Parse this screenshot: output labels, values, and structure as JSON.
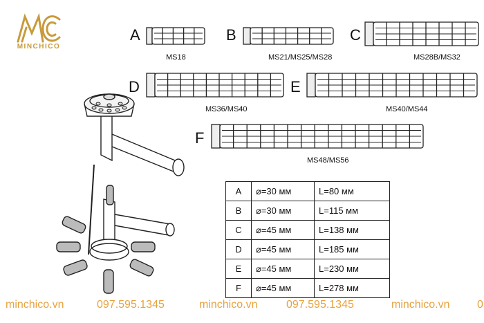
{
  "brand": {
    "name": "MINCHICO",
    "logo_letters": "MC",
    "accent": "#c89a3a"
  },
  "filters": [
    {
      "letter": "A",
      "caption": "MS18"
    },
    {
      "letter": "B",
      "caption": "MS21/MS25/MS28"
    },
    {
      "letter": "C",
      "caption": "MS28B/MS32"
    },
    {
      "letter": "D",
      "caption": "MS36/MS40"
    },
    {
      "letter": "E",
      "caption": "MS40/MS44"
    },
    {
      "letter": "F",
      "caption": "MS48/MS56"
    }
  ],
  "spec_table": {
    "rows": [
      {
        "type": "A",
        "diameter": "⌀=30 мм",
        "length": "L=80 мм"
      },
      {
        "type": "B",
        "diameter": "⌀=30 мм",
        "length": "L=115 мм"
      },
      {
        "type": "C",
        "diameter": "⌀=45 мм",
        "length": "L=138 мм"
      },
      {
        "type": "D",
        "diameter": "⌀=45 мм",
        "length": "L=185 мм"
      },
      {
        "type": "E",
        "diameter": "⌀=45 мм",
        "length": "L=230 мм"
      },
      {
        "type": "F",
        "diameter": "⌀=45 мм",
        "length": "L=278 мм"
      }
    ]
  },
  "footer": {
    "items": [
      "minchico.vn",
      "097.595.1345",
      "minchico.vn",
      "097.595.1345",
      "minchico.vn",
      "0"
    ],
    "color": "#e8a23e"
  }
}
